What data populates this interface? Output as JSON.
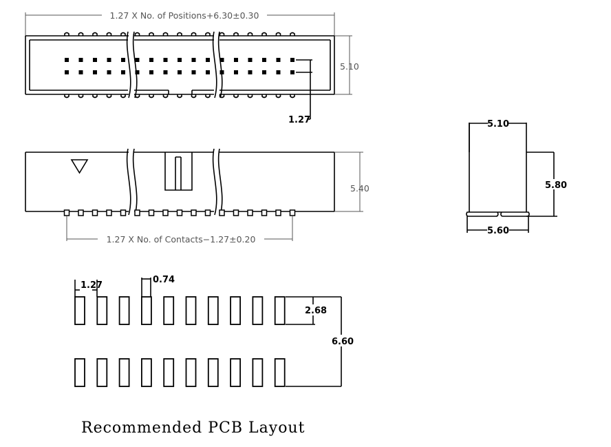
{
  "top_view": {
    "width_dim": "1.27 X No. of Positions+6.30±0.30",
    "height_dim": "5.10",
    "pitch_dim": "1.27"
  },
  "side_view": {
    "height_dim": "5.40",
    "contacts_dim": "1.27 X No. of Contacts−1.27±0.20"
  },
  "end_view": {
    "top_width": "5.10",
    "height": "5.80",
    "bottom_width": "5.60"
  },
  "pcb_layout": {
    "pitch": "1.27",
    "pad_width": "0.74",
    "pad_length": "2.68",
    "row_span": "6.60",
    "caption": "Recommended PCB Layout"
  }
}
